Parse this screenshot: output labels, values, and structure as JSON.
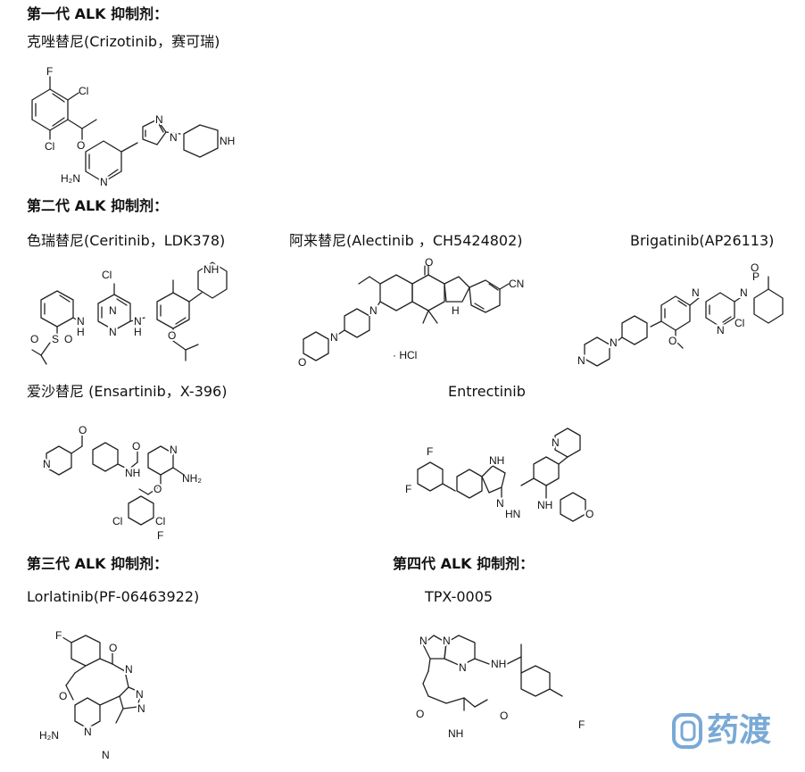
{
  "sections": {
    "gen1": {
      "heading": "第一代 ALK 抑制剂："
    },
    "gen2": {
      "heading": "第二代 ALK 抑制剂："
    },
    "gen3": {
      "heading": "第三代 ALK 抑制剂："
    },
    "gen4": {
      "heading": "第四代 ALK 抑制剂："
    }
  },
  "drugs": {
    "crizotinib": {
      "label": "克唑替尼(Crizotinib，赛可瑞)"
    },
    "ceritinib": {
      "label": "色瑞替尼(Ceritinib，LDK378)"
    },
    "alectinib": {
      "label": "阿来替尼(Alectinib ，CH5424802)"
    },
    "brigatinib": {
      "label": "Brigatinib(AP26113)"
    },
    "ensartinib": {
      "label": "爱沙替尼 (Ensartinib，X-396)"
    },
    "entrectinib": {
      "label": "Entrectinib"
    },
    "lorlatinib": {
      "label": "Lorlatinib(PF-06463922)"
    },
    "tpx": {
      "label": "TPX-0005"
    }
  },
  "atoms": {
    "F": "F",
    "Cl": "Cl",
    "O": "O",
    "N": "N",
    "NH": "NH",
    "H2N": "H₂N",
    "NH2": "NH₂",
    "H": "H",
    "S": "S",
    "P": "P",
    "CN": "CN",
    "HCl": "· HCl",
    "HN": "HN"
  },
  "logo": {
    "word": "药渡",
    "colors": {
      "brand": "#79a9d6"
    }
  },
  "colors": {
    "text": "#111111",
    "bond": "#222222",
    "background": "#ffffff"
  }
}
